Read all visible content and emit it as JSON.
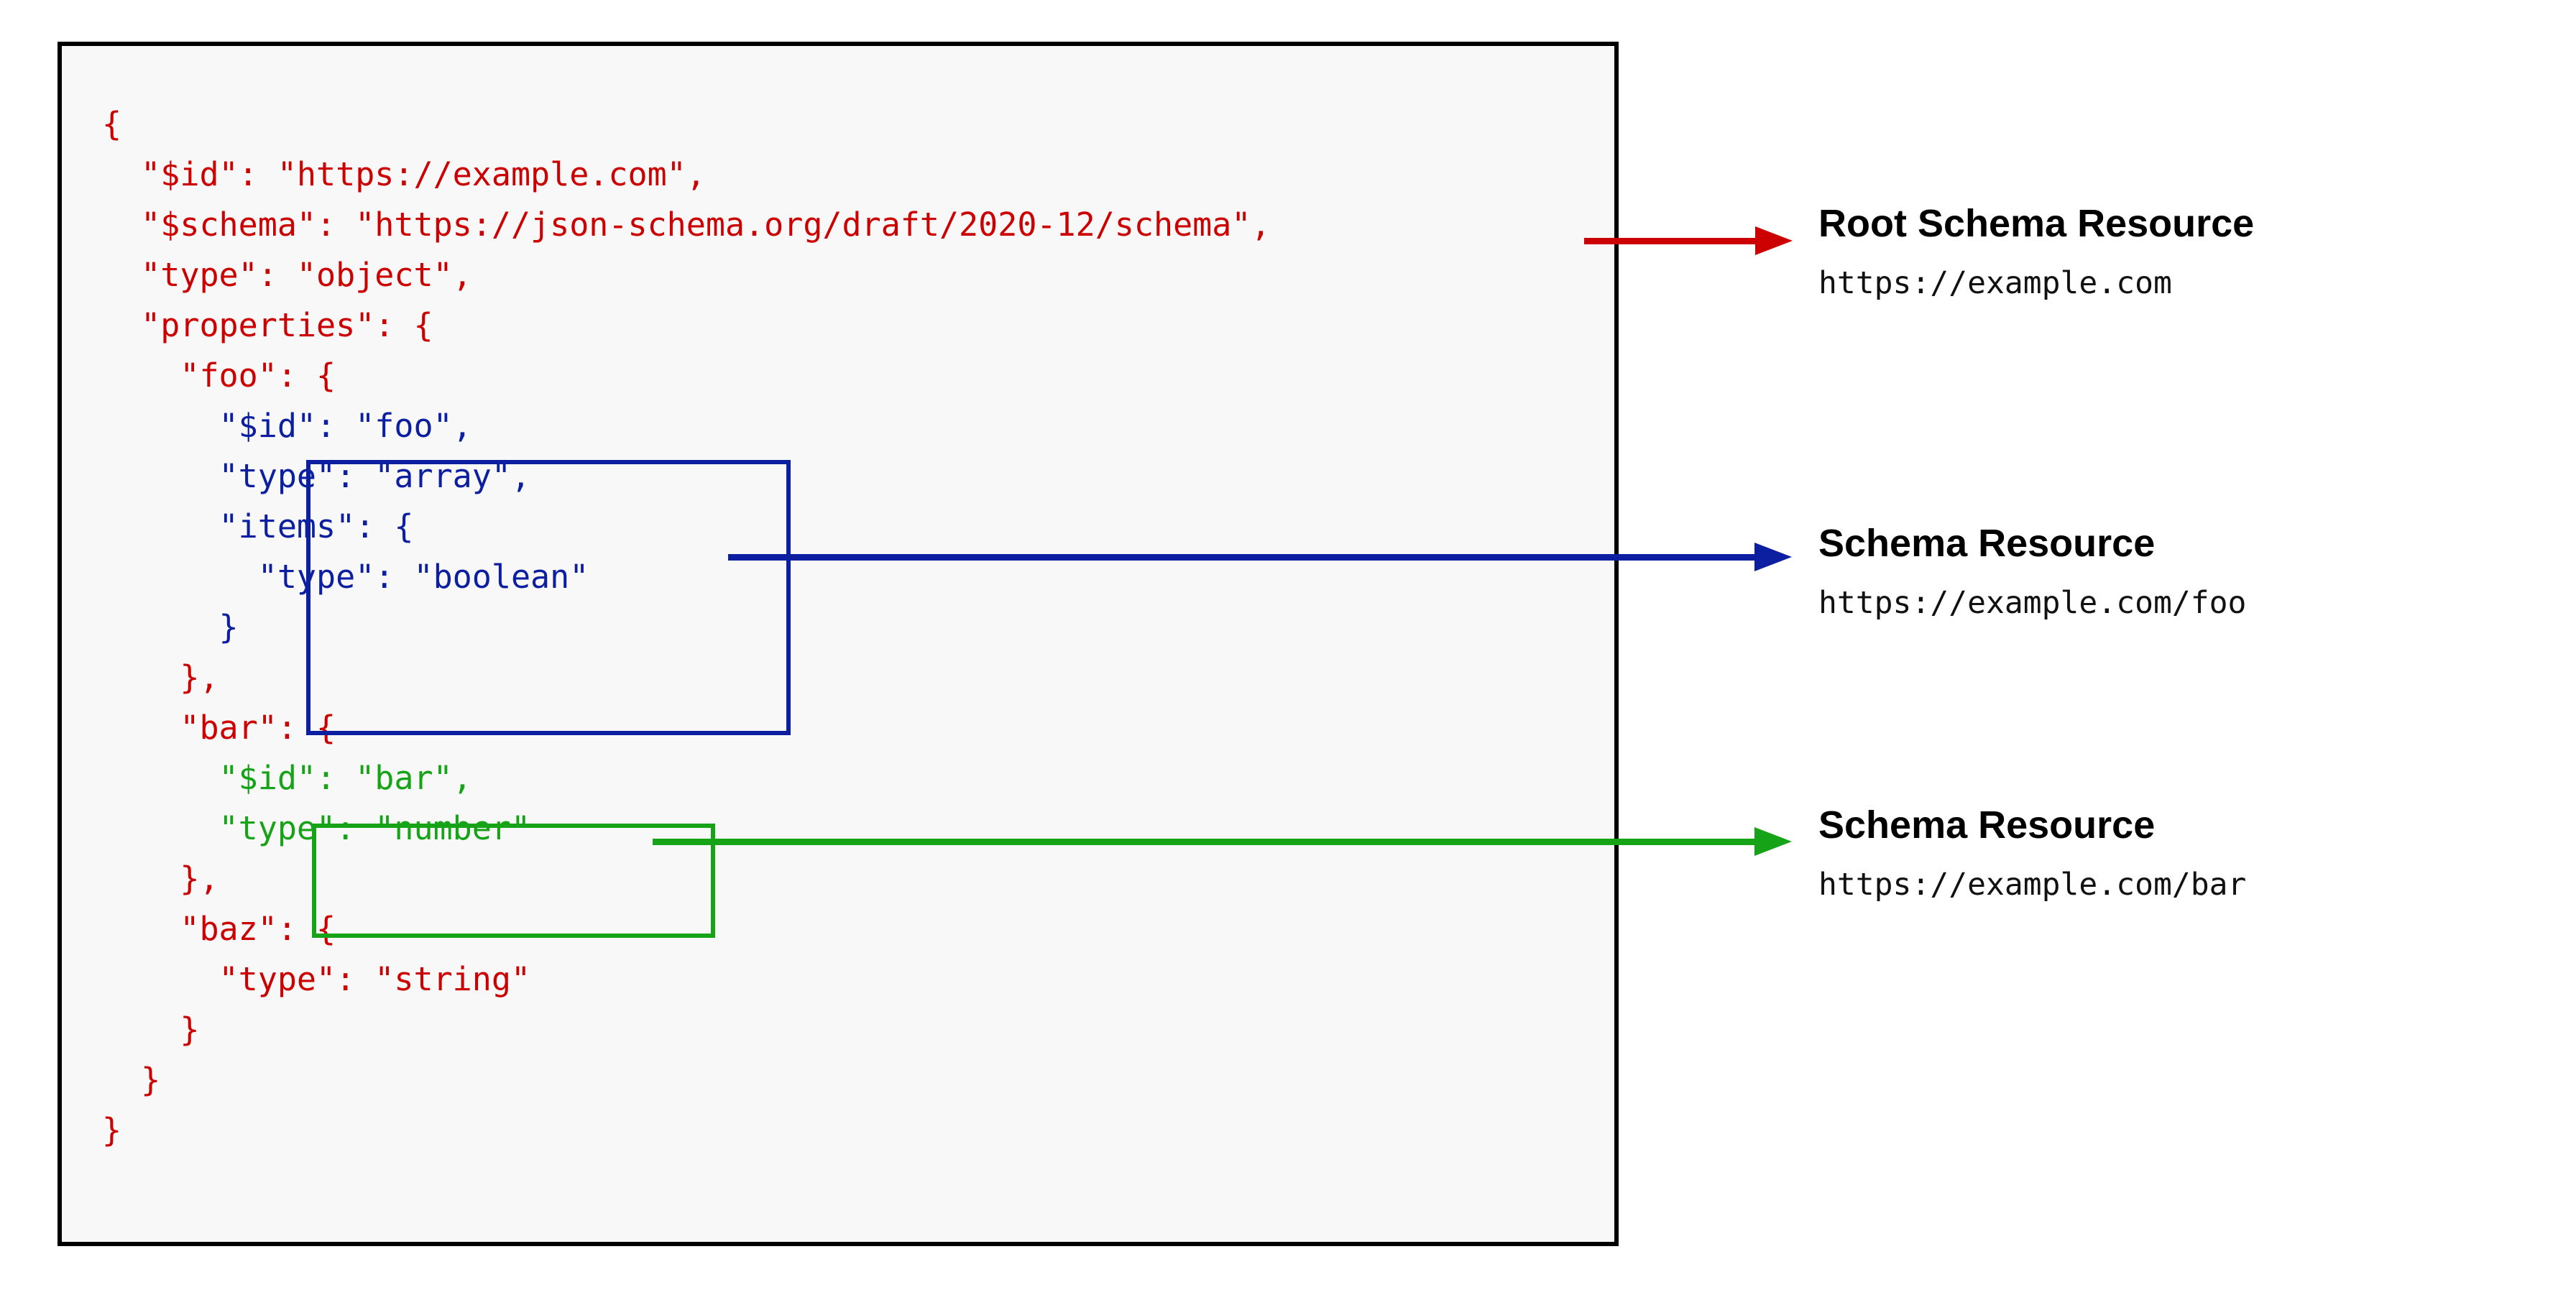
{
  "panel": {
    "background": "#f8f8f8",
    "border_color": "#000000"
  },
  "colors": {
    "root_schema": "#cc0000",
    "foo_schema": "#0b1fa0",
    "bar_schema": "#17a317",
    "text": "#000000"
  },
  "code": {
    "language": "json",
    "lines": [
      {
        "text": "{",
        "color": "red"
      },
      {
        "text": "  \"$id\": \"https://example.com\",",
        "color": "red"
      },
      {
        "text": "  \"$schema\": \"https://json-schema.org/draft/2020-12/schema\",",
        "color": "red"
      },
      {
        "text": "  \"type\": \"object\",",
        "color": "red"
      },
      {
        "text": "  \"properties\": {",
        "color": "red"
      },
      {
        "text": "    \"foo\": {",
        "color": "red"
      },
      {
        "text": "      \"$id\": \"foo\",",
        "color": "blue"
      },
      {
        "text": "      \"type\": \"array\",",
        "color": "blue"
      },
      {
        "text": "      \"items\": {",
        "color": "blue"
      },
      {
        "text": "        \"type\": \"boolean\"",
        "color": "blue"
      },
      {
        "text": "      }",
        "color": "blue"
      },
      {
        "text": "    },",
        "color": "red"
      },
      {
        "text": "    \"bar\": {",
        "color": "red"
      },
      {
        "text": "      \"$id\": \"bar\",",
        "color": "green"
      },
      {
        "text": "      \"type\": \"number\"",
        "color": "green"
      },
      {
        "text": "    },",
        "color": "red"
      },
      {
        "text": "    \"baz\": {",
        "color": "red"
      },
      {
        "text": "      \"type\": \"string\"",
        "color": "red"
      },
      {
        "text": "    }",
        "color": "red"
      },
      {
        "text": "  }",
        "color": "red"
      },
      {
        "text": "}",
        "color": "red"
      }
    ]
  },
  "annotations": [
    {
      "id": "root",
      "title": "Root Schema Resource",
      "uri": "https://example.com",
      "color": "#cc0000"
    },
    {
      "id": "foo",
      "title": "Schema Resource",
      "uri": "https://example.com/foo",
      "color": "#0b1fa0"
    },
    {
      "id": "bar",
      "title": "Schema Resource",
      "uri": "https://example.com/bar",
      "color": "#17a317"
    }
  ]
}
